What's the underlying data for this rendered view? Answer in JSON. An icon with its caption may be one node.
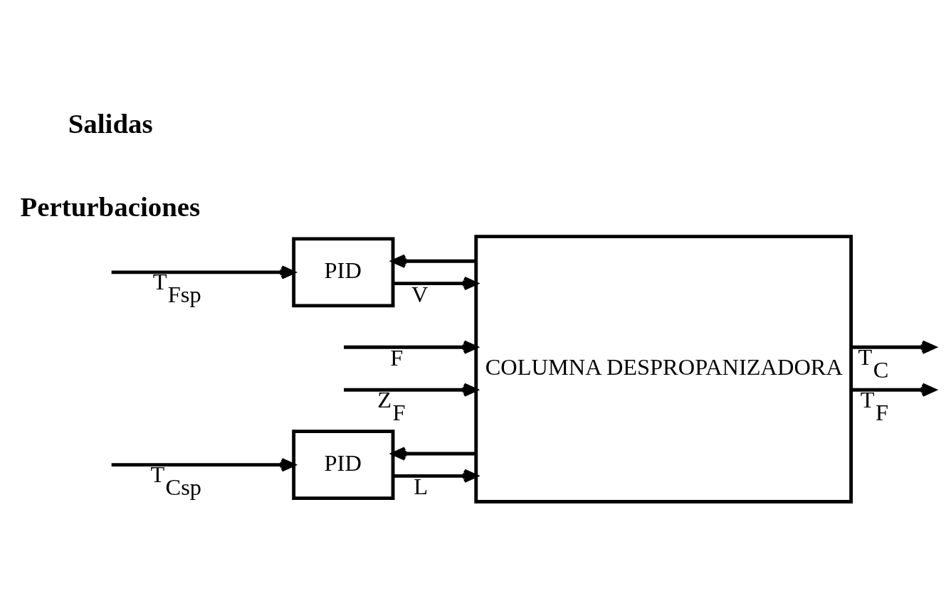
{
  "diagram": {
    "nodes": [
      {
        "text": [
          "PID"
        ]
      },
      {
        "text": [
          "PID"
        ]
      },
      {
        "text": [
          "COLUMNA DESPROPANIZADORA"
        ]
      }
    ],
    "edges": [
      {
        "from": null,
        "to": 0,
        "arrow": "to",
        "label": "T$_{Csp}$"
      },
      {
        "from": 0,
        "to": 2,
        "arrow": "to",
        "label": "L"
      },
      {
        "from": null,
        "to": 1,
        "arrow": "to",
        "label": "T$_{Fsp}$"
      },
      {
        "from": 1,
        "to": 2,
        "arrow": "to",
        "label": "V"
      },
      {
        "from": null,
        "to": 2,
        "arrow": "to",
        "label": "F"
      },
      {
        "from": null,
        "to": 2,
        "arrow": "to",
        "label": "Z$_{F}$"
      },
      {
        "from": 2,
        "to": null,
        "arrow": "to",
        "label": "T$_{C}$"
      },
      {
        "from": 2,
        "to": null,
        "arrow": "to",
        "label": "T$_{F}$"
      },
      {
        "from": 2,
        "to": 0,
        "arrow": "to"
      },
      {
        "from": 2,
        "to": 1,
        "arrow": "to"
      }
    ],
    "labels": [
      "Perturbaciones",
      "Salidas"
    ]
  }
}
